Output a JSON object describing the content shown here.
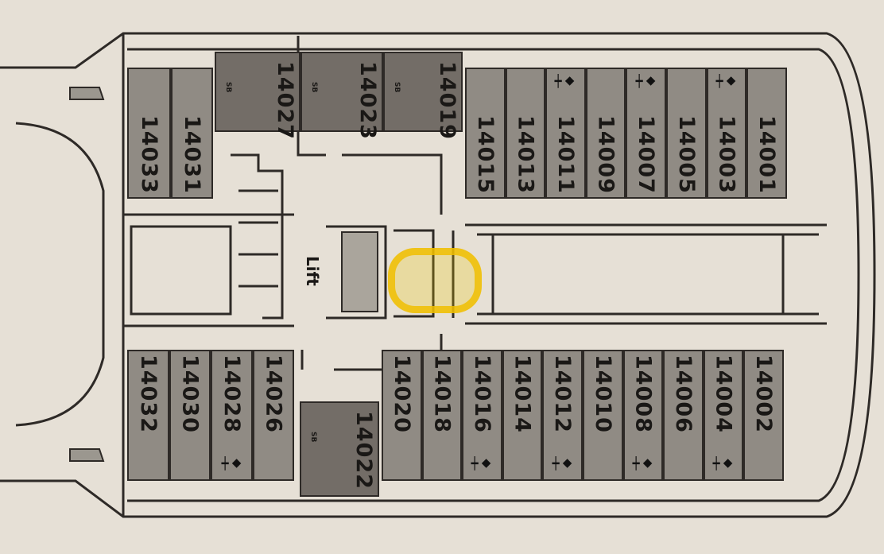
{
  "deck_plan": {
    "top_cabins": [
      "14033",
      "14031",
      "14027",
      "14023",
      "14019",
      "14015",
      "14013",
      "14011",
      "14009",
      "14007",
      "14005",
      "14003",
      "14001"
    ],
    "bottom_cabins": [
      "14032",
      "14030",
      "14028",
      "14026",
      "14022",
      "14020",
      "14018",
      "14016",
      "14014",
      "14012",
      "14010",
      "14008",
      "14006",
      "14004",
      "14002"
    ],
    "suite_marker": "SB",
    "lift_label": "Lift",
    "connecting_icon": "connecting-cabin-icon",
    "highlight_color": "#f0be00",
    "cabin_color": "#908b84",
    "suite_color": "#736d67"
  }
}
